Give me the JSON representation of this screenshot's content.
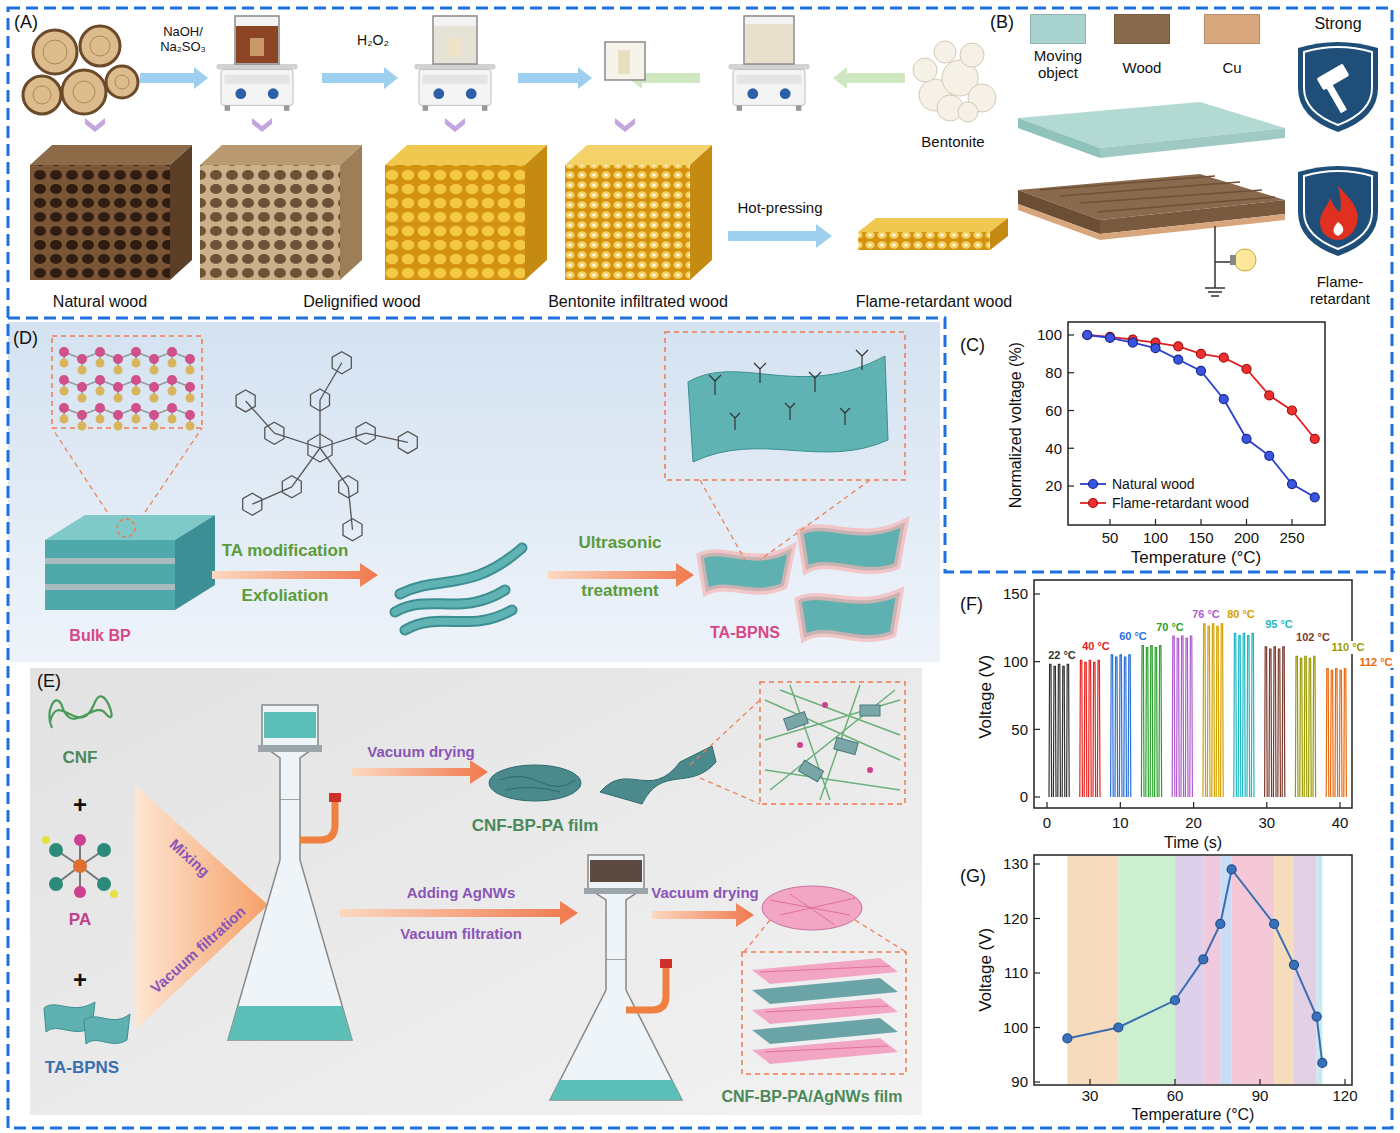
{
  "diagram": {
    "nodes": [
      {
        "text": [
          "(D)",
          "Bulk BP",
          "TA modification",
          "Exfoliation",
          "Ultrasonic treatment",
          "TA-BPNS"
        ]
      },
      {
        "text": [
          "(E)",
          "CNF",
          "+",
          "PA",
          "+",
          "TA-BPNS",
          "Mixing",
          "Vacuum filtration",
          "Vacuum drying",
          "CNF-BP-PA film",
          "Adding AgNWs",
          "Vacuum filtration",
          "Vacuum drying",
          "CNF-BP-PA/AgNWs film"
        ]
      }
    ],
    "labels": [
      "(A)",
      "NaOH/ Na₂SO₃",
      "H₂O₂",
      "Natural wood",
      "Delignified wood",
      "Bentonite infiltrated wood",
      "Hot-pressing",
      "Flame-retardant wood",
      "(B)",
      "Strong",
      "Bentonite",
      "Flame-retardant",
      "(C)",
      "100",
      "80",
      "60",
      "40",
      "20",
      "50",
      "100",
      "150",
      "200",
      "250",
      "Normalized voltage (%)",
      "Temperature (°C)",
      "(F)",
      "150",
      "100",
      "50",
      "0",
      "0",
      "10",
      "20",
      "30",
      "40",
      "Voltage (V)",
      "Time (s)",
      "22 °C",
      "40 °C",
      "60 °C",
      "70 °C",
      "76 °C",
      "80 °C",
      "95 °C",
      "102 °C",
      "110 °C",
      "112 °C",
      "(G)",
      "130",
      "120",
      "110",
      "100",
      "90",
      "30",
      "60",
      "90",
      "120",
      "Voltage (V)",
      "Temperature (°C)"
    ],
    "legend": [
      {
        "text": "Moving object",
        "color": "#a9d3cf"
      },
      {
        "text": "Wood",
        "color": "#8a6a4c"
      },
      {
        "text": "Cu",
        "color": "#d8a67c"
      },
      {
        "text": "Natural wood"
      },
      {
        "text": "Flame-retardant wood"
      }
    ]
  }
}
